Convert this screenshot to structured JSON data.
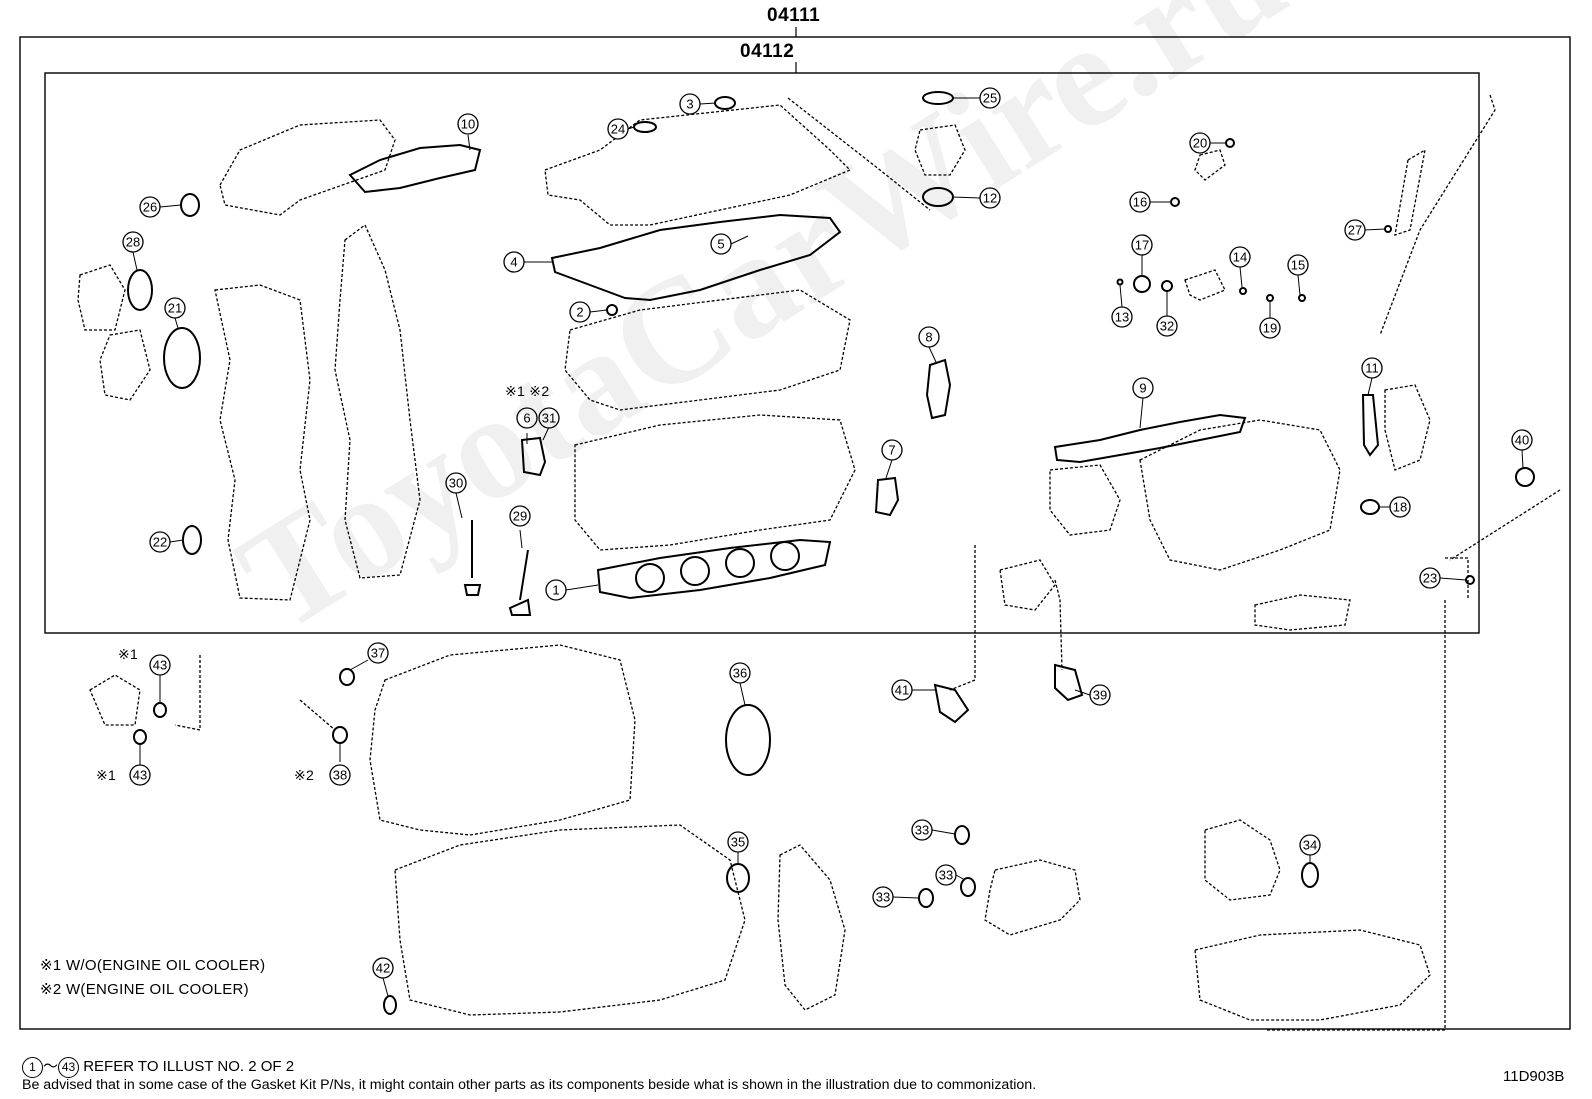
{
  "kits": {
    "outer": "04111",
    "inner": "04112"
  },
  "watermark": "ToyotaCarWire.ru",
  "notes": {
    "note1": "※1 W/O(ENGINE OIL COOLER)",
    "note2": "※2 W(ENGINE OIL COOLER)"
  },
  "footer": {
    "range_start": "1",
    "range_sep": "～",
    "range_end": "43",
    "refer_text": "REFER TO ILLUST NO. 2 OF 2",
    "advisory": "Be advised that in some case of the Gasket Kit P/Ns,  it might contain other parts as its components beside what is shown in the illustration due to commonization.",
    "illustration_code": "11D903B"
  },
  "markers": {
    "x1": "※1",
    "x2": "※2",
    "x1x2": "※1 ※2"
  },
  "callouts": [
    "1",
    "2",
    "3",
    "4",
    "5",
    "6",
    "7",
    "8",
    "9",
    "10",
    "11",
    "12",
    "13",
    "14",
    "15",
    "16",
    "17",
    "18",
    "19",
    "20",
    "21",
    "22",
    "23",
    "24",
    "25",
    "26",
    "27",
    "28",
    "29",
    "30",
    "31",
    "32",
    "33",
    "34",
    "35",
    "36",
    "37",
    "38",
    "39",
    "40",
    "41",
    "42",
    "43"
  ]
}
